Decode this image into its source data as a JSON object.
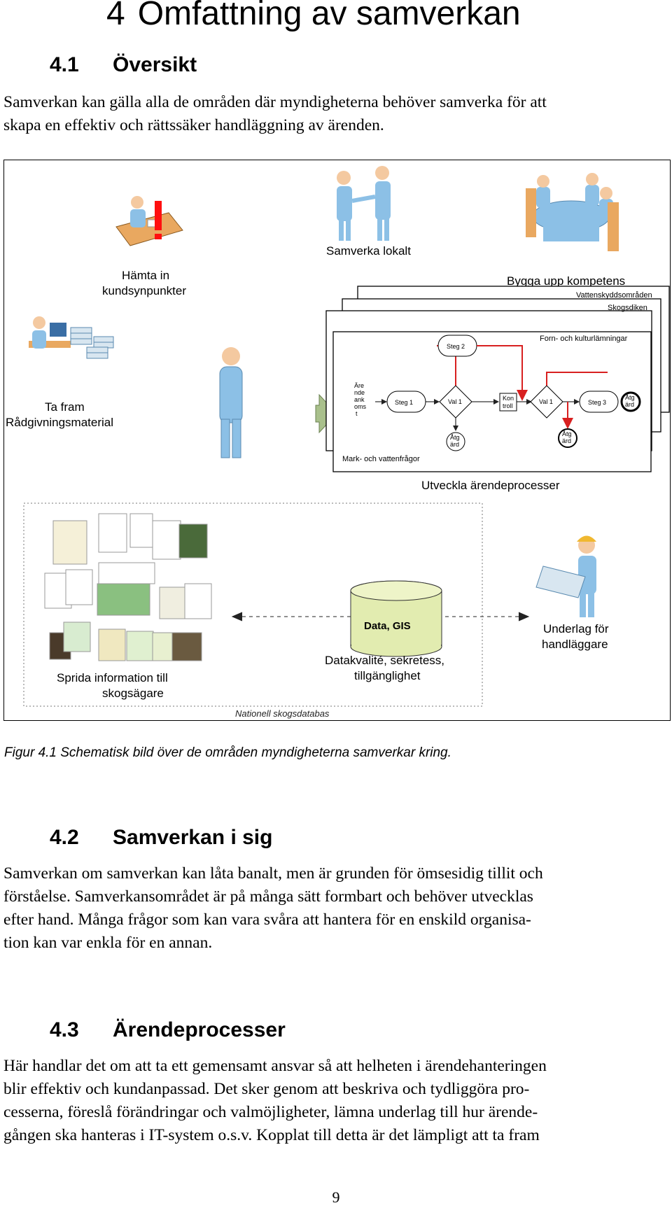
{
  "chapter": {
    "number": "4",
    "title": "Omfattning av samverkan"
  },
  "sections": [
    {
      "number": "4.1",
      "title": "Översikt",
      "lines": [
        "Samverkan kan gälla alla de områden där myndigheterna behöver samverka för att",
        "skapa en effektiv och rättssäker handläggning av ärenden."
      ]
    },
    {
      "number": "4.2",
      "title": "Samverkan i sig",
      "lines": [
        "Samverkan om samverkan kan låta banalt, men är grunden för ömsesidig tillit och",
        "förståelse. Samverkansområdet är på många sätt formbart och behöver utvecklas",
        "efter hand. Många frågor som kan vara svåra att hantera för en enskild organisa-",
        "tion kan var enkla för en annan."
      ]
    },
    {
      "number": "4.3",
      "title": "Ärendeprocesser",
      "lines": [
        "Här handlar det om att ta ett gemensamt ansvar så att helheten i ärendehanteringen",
        "blir effektiv och kundanpassad. Det sker genom att beskriva och tydliggöra pro-",
        "cesserna, föreslå förändringar och valmöjligheter, lämna underlag till hur ärende-",
        "gången ska hanteras i IT-system o.s.v. Kopplat till detta är det lämpligt att ta fram"
      ]
    }
  ],
  "figure": {
    "caption": "Figur 4.1 Schematisk bild över de områden myndigheterna samverkar kring.",
    "labels": {
      "hamta_line1": "Hämta in",
      "hamta_line2": "kundsynpunkter",
      "samverka": "Samverka lokalt",
      "bygga": "Bygga upp kompetens",
      "ta_fram_line1": "Ta fram",
      "ta_fram_line2": "Rådgivningsmaterial",
      "vattenskydd": "Vattenskyddsområden",
      "skogsdiken": "Skogsdiken",
      "fornlamningar": "Forn- och kulturlämningar",
      "mark_vatten": "Mark- och vattenfrågor",
      "utveckla": "Utveckla ärendeprocesser",
      "steg1": "Steg 1",
      "steg2": "Steg 2",
      "steg3": "Steg 3",
      "val1a": "Val 1",
      "val1b": "Val 1",
      "kontroll_line1": "Kon",
      "kontroll_line2": "troll",
      "atgard_line1": "Åtg",
      "atgard_line2": "ärd",
      "arende_lines": [
        "Äre",
        "nde",
        "ank",
        "oms",
        "t"
      ],
      "data_gis": "Data, GIS",
      "datakvalite_line1": "Datakvalité, sekretess,",
      "datakvalite_line2": "tillgänglighet",
      "sprida_line1": "Sprida information till",
      "sprida_line2": "skogsägare",
      "underlag_line1": "Underlag för",
      "underlag_line2": "handläggare",
      "nationell": "Nationell skogsdatabas"
    }
  },
  "page_number": "9",
  "colors": {
    "figure_person": "#8cc0e6",
    "database": "#e2ecb0",
    "arrow_green": "#a9c08c",
    "flow_red": "#d82020",
    "accent_red": "#ff1010"
  }
}
